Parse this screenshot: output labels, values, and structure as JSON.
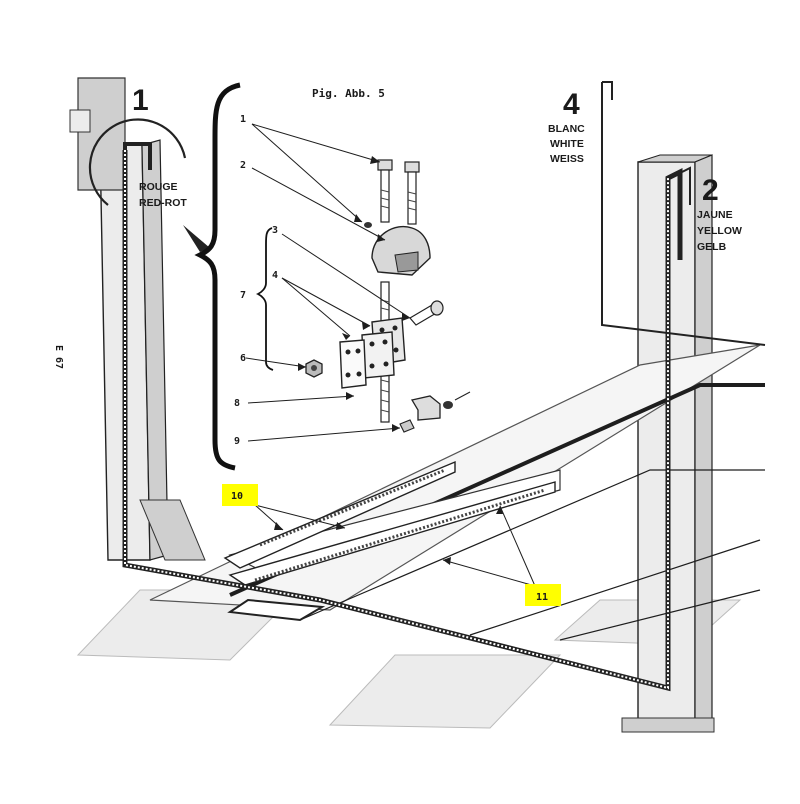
{
  "figure": {
    "title": "Pig. Abb. 5"
  },
  "side_code": "E 67",
  "cables": [
    {
      "number": "1",
      "lines": [
        "ROUGE",
        "RED-ROT"
      ],
      "color": "#c0392b"
    },
    {
      "number": "2",
      "lines": [
        "JAUNE",
        "YELLOW",
        "GELB"
      ],
      "color": "#e6b800"
    },
    {
      "number": "4",
      "lines": [
        "BLANC",
        "WHITE",
        "WEISS"
      ],
      "color": "#ffffff"
    }
  ],
  "parts": [
    {
      "number": "1"
    },
    {
      "number": "2"
    },
    {
      "number": "3"
    },
    {
      "number": "4"
    },
    {
      "number": "6"
    },
    {
      "number": "7"
    },
    {
      "number": "8"
    },
    {
      "number": "9"
    }
  ],
  "callouts": [
    {
      "number": "10",
      "highlight": "#ffff00"
    },
    {
      "number": "11",
      "highlight": "#ffff00"
    }
  ]
}
